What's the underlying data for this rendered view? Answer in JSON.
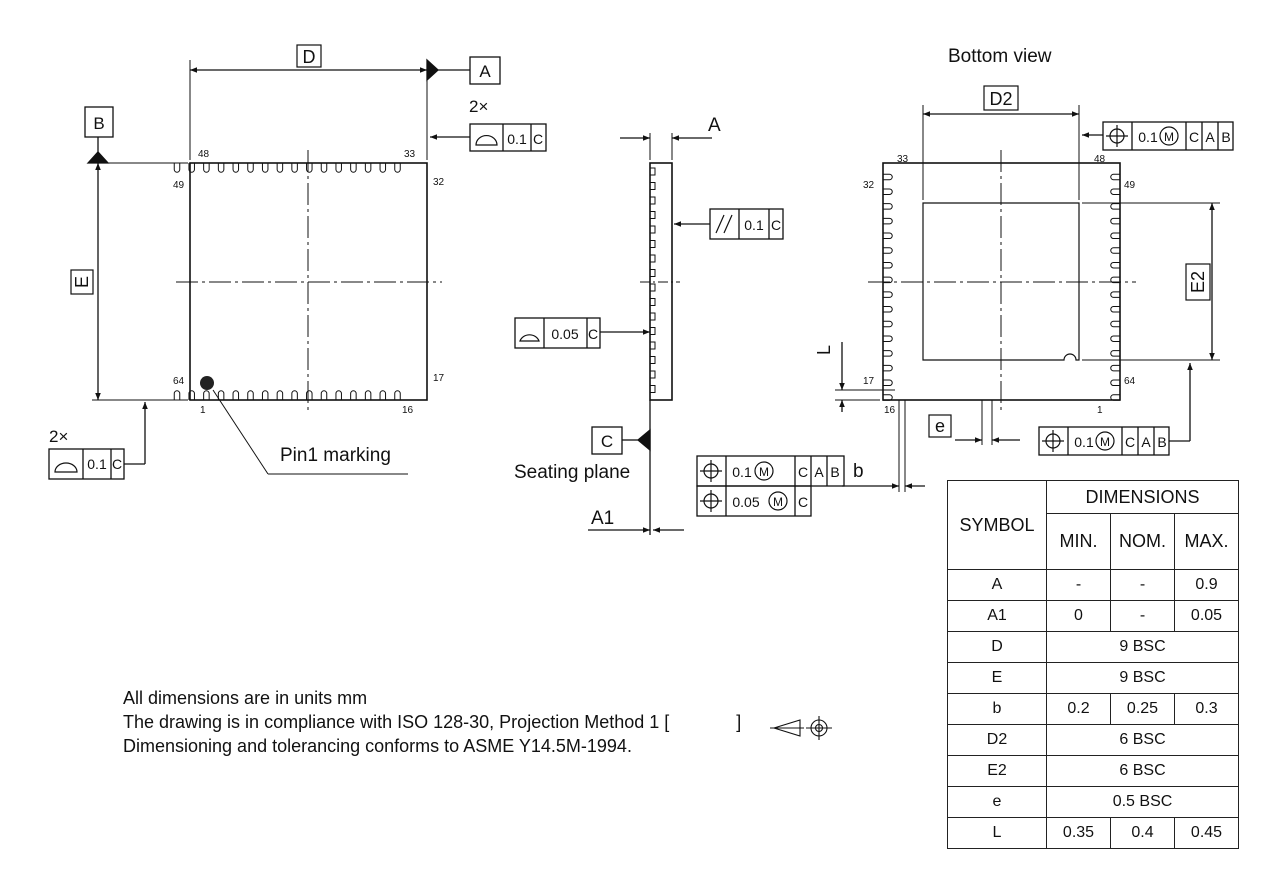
{
  "top_view": {
    "dim_d": "D",
    "dim_e": "E",
    "datum_a": "A",
    "datum_b": "B",
    "count_top": "2×",
    "count_bottom": "2×",
    "tol_top": "0.1",
    "tol_bottom": "0.1",
    "tol_datum": "C",
    "pins": {
      "p48": "48",
      "p33": "33",
      "p49": "49",
      "p32": "32",
      "p64": "64",
      "p17": "17",
      "p1": "1",
      "p16": "16"
    },
    "pin1_label": "Pin1 marking"
  },
  "side_view": {
    "dim_a": "A",
    "dim_a1": "A1",
    "datum_c": "C",
    "parallel_tol": "0.1",
    "profile_tol": "0.05",
    "datum_ref": "C",
    "seating_plane": "Seating plane",
    "pos_tol_1": "0.1",
    "pos_tol_2": "0.05",
    "mod_m": "M",
    "ref_c": "C",
    "ref_a": "A",
    "ref_b": "B",
    "dim_b": "b"
  },
  "bottom_view": {
    "title": "Bottom view",
    "dim_d2": "D2",
    "dim_e2": "E2",
    "dim_l": "L",
    "dim_e": "e",
    "pos_tol": "0.1",
    "mod_m": "M",
    "ref_c": "C",
    "ref_a": "A",
    "ref_b": "B",
    "pins": {
      "p33": "33",
      "p48": "48",
      "p32": "32",
      "p49": "49",
      "p17": "17",
      "p64": "64",
      "p16": "16",
      "p1": "1"
    }
  },
  "table": {
    "symbol_header": "SYMBOL",
    "dimensions_header": "DIMENSIONS",
    "min": "MIN.",
    "nom": "NOM.",
    "max": "MAX.",
    "rows": [
      {
        "symbol": "A",
        "min": "-",
        "nom": "-",
        "max": "0.9"
      },
      {
        "symbol": "A1",
        "min": "0",
        "nom": "-",
        "max": "0.05"
      },
      {
        "symbol": "D",
        "value": "9 BSC"
      },
      {
        "symbol": "E",
        "value": "9 BSC"
      },
      {
        "symbol": "b",
        "min": "0.2",
        "nom": "0.25",
        "max": "0.3"
      },
      {
        "symbol": "D2",
        "value": "6 BSC"
      },
      {
        "symbol": "E2",
        "value": "6 BSC"
      },
      {
        "symbol": "e",
        "value": "0.5 BSC"
      },
      {
        "symbol": "L",
        "min": "0.35",
        "nom": "0.4",
        "max": "0.45"
      }
    ]
  },
  "notes": {
    "line1": "All dimensions are in units mm",
    "line2_prefix": "The drawing is in compliance with ISO 128-30, Projection Method 1 [",
    "line2_suffix": "]",
    "line3": "Dimensioning and tolerancing conforms to ASME Y14.5M-1994."
  }
}
